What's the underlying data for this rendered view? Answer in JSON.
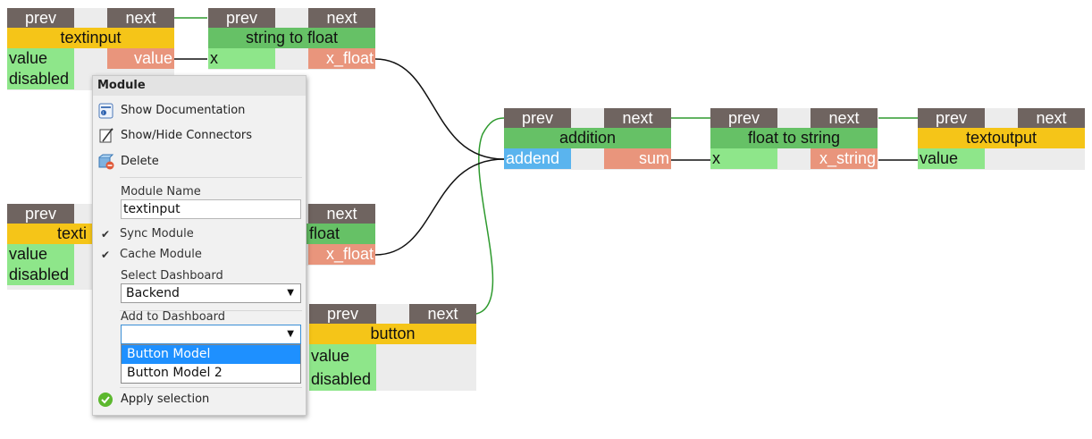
{
  "colors": {
    "header": "#6f6460",
    "title_yellow": "#f5c518",
    "title_green": "#66c166",
    "input_pin": "#8ee68a",
    "output_pin": "#e9957c",
    "wire_green": "#2e9a2e",
    "wire_black": "#111111"
  },
  "labels": {
    "prev": "prev",
    "next": "next"
  },
  "nodes": {
    "textinput1": {
      "title": "textinput",
      "in1": "value",
      "in2": "disabled",
      "out": "value"
    },
    "string_to_float1": {
      "title": "string to float",
      "in1": "x",
      "out": "x_float"
    },
    "addition": {
      "title": "addition",
      "in1": "addend",
      "out": "sum"
    },
    "float_to_string": {
      "title": "float to string",
      "in1": "x",
      "out": "x_string"
    },
    "textoutput": {
      "title": "textoutput",
      "in1": "value"
    },
    "textinput2": {
      "title": "texti",
      "in1": "value",
      "in2": "disabled"
    },
    "string_to_float2": {
      "title": "float",
      "out": "x_float"
    },
    "button": {
      "title": "button",
      "in1": "value",
      "in2": "disabled"
    }
  },
  "menu": {
    "title": "Module",
    "items": [
      {
        "label": "Show Documentation",
        "icon": "documentation-icon"
      },
      {
        "label": "Show/Hide Connectors",
        "icon": "connectors-icon"
      },
      {
        "label": "Delete",
        "icon": "delete-icon"
      }
    ],
    "module_name_label": "Module Name",
    "module_name_value": "textinput",
    "sync_module": "Sync Module",
    "cache_module": "Cache Module",
    "select_dashboard_label": "Select Dashboard",
    "select_dashboard_value": "Backend",
    "add_dashboard_label": "Add to Dashboard",
    "add_dashboard_value": "",
    "dashboard_options": [
      "Button Model",
      "Button Model 2"
    ],
    "apply": "Apply selection"
  }
}
